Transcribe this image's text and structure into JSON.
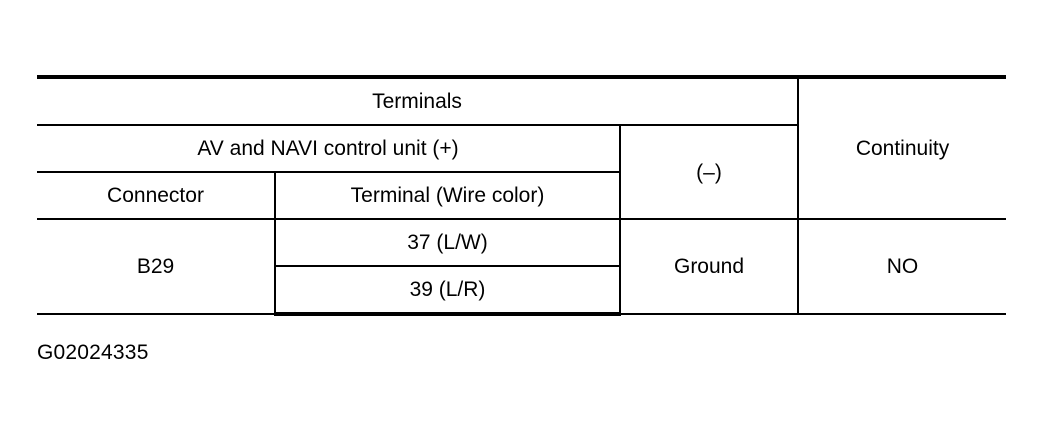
{
  "table": {
    "header": {
      "terminals": "Terminals",
      "positive_group": "AV and NAVI control unit (+)",
      "negative": "(–)",
      "continuity": "Continuity",
      "connector": "Connector",
      "terminal_wire_color": "Terminal (Wire color)"
    },
    "rows": [
      {
        "connector": "B29",
        "terminals": [
          "37 (L/W)",
          "39 (L/R)"
        ],
        "negative": "Ground",
        "continuity": "NO"
      }
    ]
  },
  "figure_id": "G02024335"
}
